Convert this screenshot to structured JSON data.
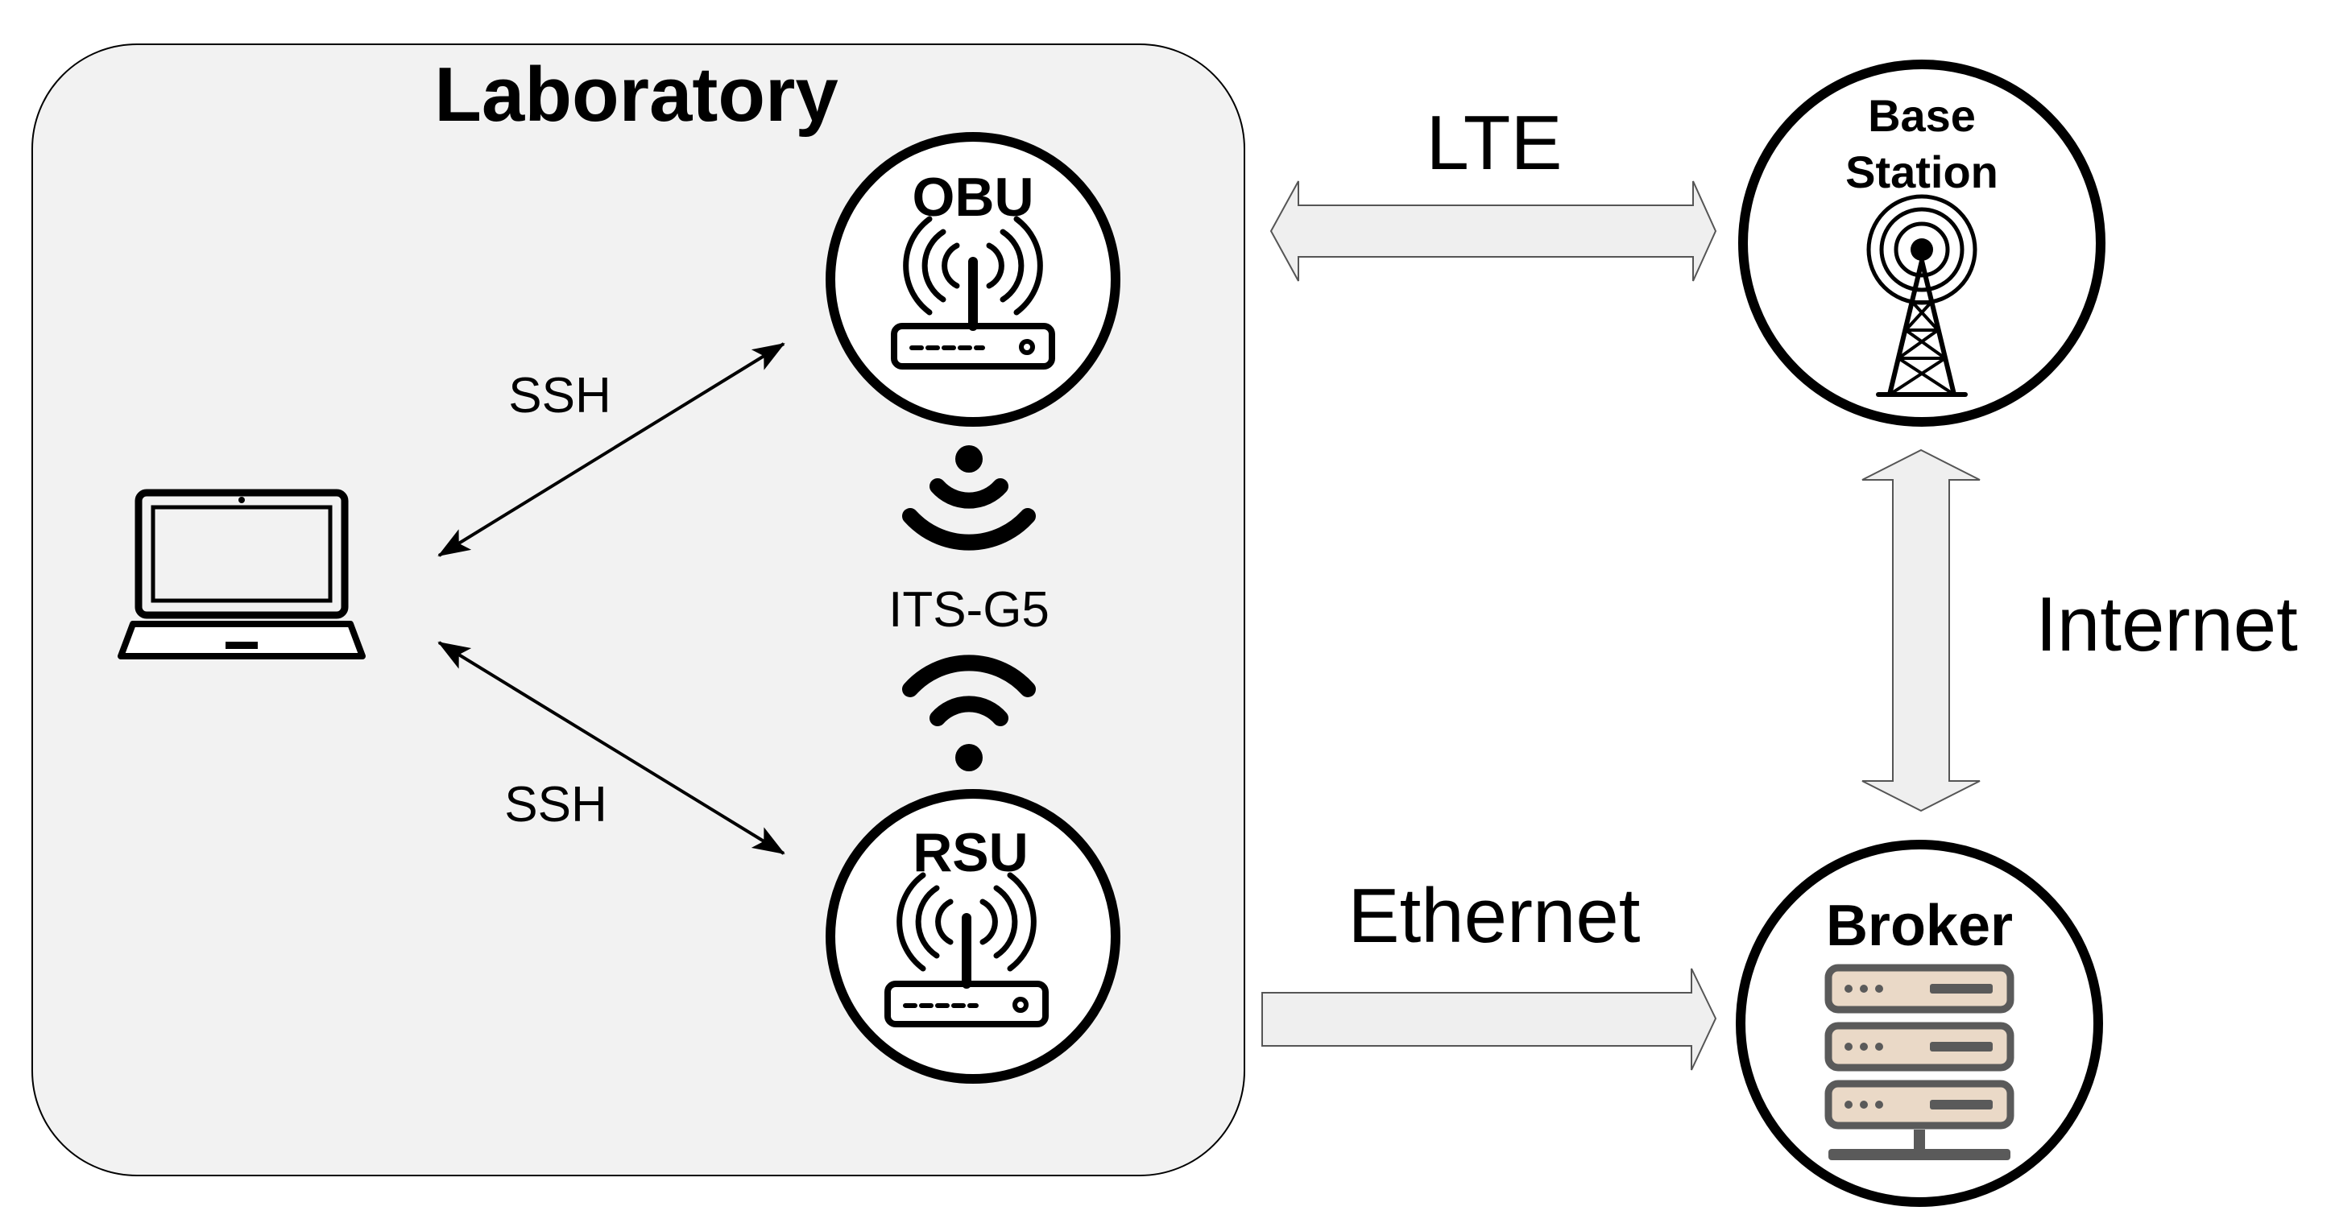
{
  "lab": {
    "title": "Laboratory",
    "fill": "#f2f2f2"
  },
  "nodes": {
    "obu": {
      "label": "OBU",
      "icon": "router-icon"
    },
    "rsu": {
      "label": "RSU",
      "icon": "router-icon"
    },
    "base_station": {
      "label_line1": "Base",
      "label_line2": "Station",
      "icon": "cell-tower-icon"
    },
    "broker": {
      "label": "Broker",
      "icon": "server-rack-icon"
    },
    "laptop": {
      "icon": "laptop-icon"
    }
  },
  "links": {
    "ssh_top": "SSH",
    "ssh_bottom": "SSH",
    "its_g5": "ITS-G5",
    "lte": "LTE",
    "internet": "Internet",
    "ethernet": "Ethernet"
  },
  "colors": {
    "stroke": "#000000",
    "arrow_fill": "#efefef",
    "server_fill": "#ead9c7",
    "server_stroke": "#5a5a5a"
  }
}
